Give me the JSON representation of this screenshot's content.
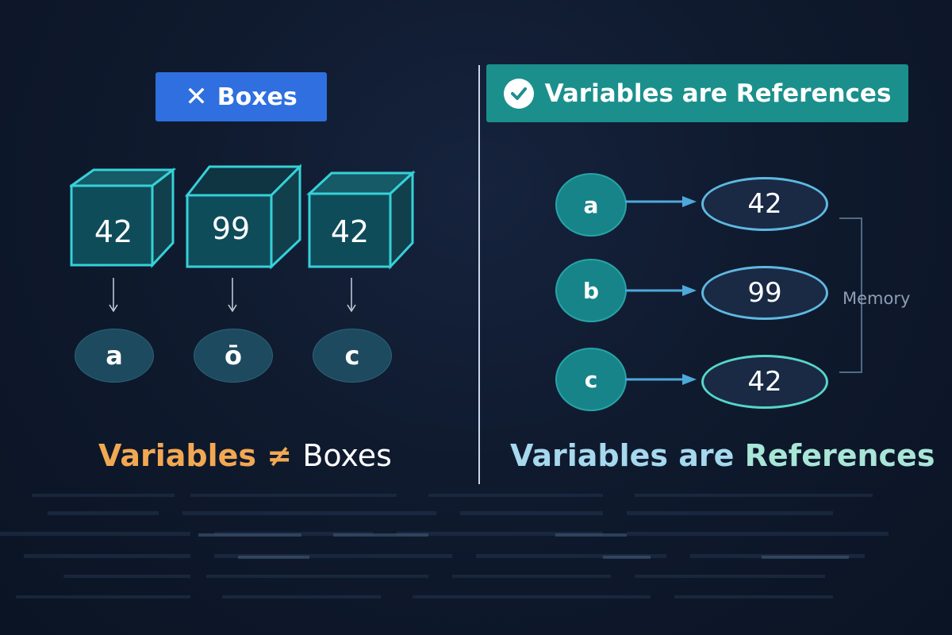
{
  "left_panel": {
    "badge_icon": "x-icon",
    "badge_label": "Boxes",
    "boxes": [
      {
        "value": "42"
      },
      {
        "value": "99"
      },
      {
        "value": "42"
      }
    ],
    "variables": [
      "a",
      "ō",
      "c"
    ],
    "caption_part1": "Variables ≠",
    "caption_part2": "Boxes"
  },
  "right_panel": {
    "badge_icon": "check-circle-icon",
    "badge_label": "Variables are References",
    "references": [
      {
        "name": "a",
        "value": "42"
      },
      {
        "name": "b",
        "value": "99"
      },
      {
        "name": "c",
        "value": "42"
      }
    ],
    "memory_label": "Memory",
    "caption_part1": "Variables are",
    "caption_part2": "References"
  },
  "colors": {
    "background": "#0f1a2e",
    "left_badge": "#2f6fe0",
    "right_badge": "#1b8f8c",
    "box_stroke": "#36d1d8",
    "caption_orange": "#f2a853",
    "caption_blue": "#a6d8ee",
    "caption_teal": "#a8e6d8"
  }
}
